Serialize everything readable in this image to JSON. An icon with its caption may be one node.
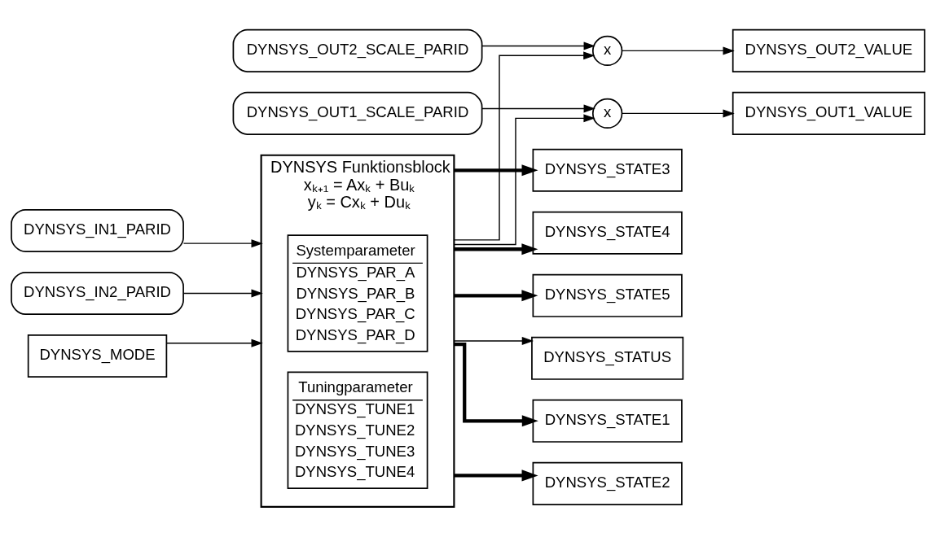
{
  "diagram": {
    "nodes": [
      {
        "text": [
          "DYNSYS_OUT2_SCALE_PARID"
        ]
      },
      {
        "text": [
          "DYNSYS_OUT1_SCALE_PARID"
        ]
      },
      {
        "text": [
          "DYNSYS Funktionsblock",
          "xₖ₊₁ = Axₖ + Buₖ",
          "yₖ = Cxₖ + Duₖ"
        ]
      },
      {
        "text": [
          "Systemparameter",
          "DYNSYS_PAR_A",
          "DYNSYS_PAR_B",
          "DYNSYS_PAR_C",
          "DYNSYS_PAR_D"
        ],
        "in": 2
      },
      {
        "text": [
          "Tuningparameter",
          "DYNSYS_TUNE1",
          "DYNSYS_TUNE2",
          "DYNSYS_TUNE3",
          "DYNSYS_TUNE4"
        ],
        "in": 2
      },
      {
        "text": [
          "DYNSYS_IN1_PARID"
        ]
      },
      {
        "text": [
          "DYNSYS_IN2_PARID"
        ]
      },
      {
        "text": [
          "DYNSYS_MODE"
        ]
      },
      {
        "text": [
          "x"
        ]
      },
      {
        "text": [
          "x"
        ]
      },
      {
        "text": [
          "DYNSYS_OUT1_VALUE"
        ]
      },
      {
        "text": [
          "DYNSYS_OUT2_VALUE"
        ]
      },
      {
        "text": [
          "DYNSYS_STATE1"
        ]
      },
      {
        "text": [
          "DYNSYS_STATE2"
        ]
      },
      {
        "text": [
          "DYNSYS_STATE3"
        ]
      },
      {
        "text": [
          "DYNSYS_STATE4"
        ]
      },
      {
        "text": [
          "DYNSYS_STATE5"
        ]
      },
      {
        "text": [
          "DYNSYS_STATUS"
        ]
      }
    ],
    "edges": [
      {
        "from": 5,
        "to": 2,
        "arrow": "to"
      },
      {
        "from": 6,
        "to": 2,
        "arrow": "to"
      },
      {
        "from": 7,
        "to": 2,
        "arrow": "to"
      },
      {
        "from": 2,
        "to": 8,
        "arrow": "to"
      },
      {
        "from": 1,
        "to": 8,
        "arrow": "to"
      },
      {
        "from": 8,
        "to": 10,
        "arrow": "to"
      },
      {
        "from": 2,
        "to": 9,
        "arrow": "to"
      },
      {
        "from": 0,
        "to": 9,
        "arrow": "to"
      },
      {
        "from": 9,
        "to": 11,
        "arrow": "to"
      },
      {
        "from": 2,
        "to": 12,
        "arrow": "to",
        "style": "thick"
      },
      {
        "from": 2,
        "to": 13,
        "arrow": "to",
        "style": "thick"
      },
      {
        "from": 2,
        "to": 14,
        "arrow": "to",
        "style": "thick"
      },
      {
        "from": 2,
        "to": 15,
        "arrow": "to",
        "style": "thick"
      },
      {
        "from": 2,
        "to": 16,
        "arrow": "to",
        "style": "thick"
      },
      {
        "from": 2,
        "to": 17,
        "arrow": "to"
      }
    ]
  }
}
